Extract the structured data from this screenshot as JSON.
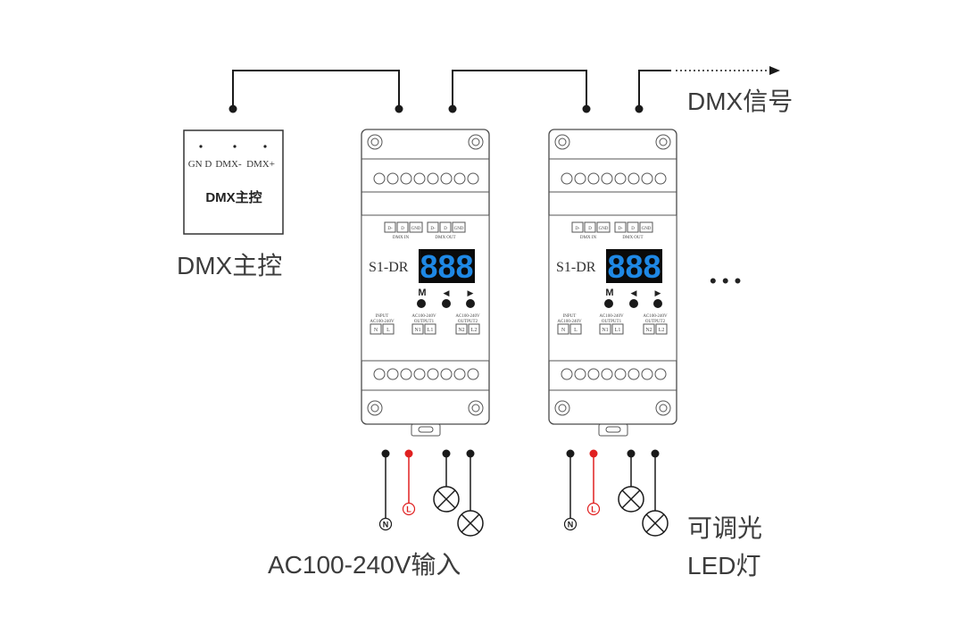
{
  "labels": {
    "dmx_signal": "DMX信号",
    "dmx_master": "DMX主控",
    "ac_input": "AC100-240V输入",
    "dimmable_line1": "可调光",
    "dimmable_line2": "LED灯",
    "continuation": "• • •"
  },
  "master": {
    "inner_title": "DMX主控",
    "terminals": [
      "GN D",
      "DMX-",
      "DMX+"
    ]
  },
  "devices": [
    {
      "id": "unit-1",
      "model": "S1-DR",
      "display": "888",
      "buttons": [
        "M",
        "◀",
        "▶"
      ],
      "dmx_terms": [
        "D-",
        "D",
        "GND",
        "D-",
        "D",
        "GND"
      ],
      "dmx_in_label": "DMX IN",
      "dmx_out_label": "DMX OUT",
      "input_label": "INPUT",
      "input_volt": "AC100-240V",
      "output1_label": "OUTPUT1",
      "output1_volt": "AC100-240V",
      "output2_label": "OUTPUT2",
      "output2_volt": "AC100-240V",
      "input_terms": [
        "N",
        "L"
      ],
      "output1_terms": [
        "N1",
        "L1"
      ],
      "output2_terms": [
        "N2",
        "L2"
      ]
    },
    {
      "id": "unit-2",
      "model": "S1-DR",
      "display": "888",
      "buttons": [
        "M",
        "◀",
        "▶"
      ],
      "dmx_terms": [
        "D-",
        "D",
        "GND",
        "D-",
        "D",
        "GND"
      ],
      "dmx_in_label": "DMX IN",
      "dmx_out_label": "DMX OUT",
      "input_label": "INPUT",
      "input_volt": "AC100-240V",
      "output1_label": "OUTPUT1",
      "output1_volt": "AC100-240V",
      "output2_label": "OUTPUT2",
      "output2_volt": "AC100-240V",
      "input_terms": [
        "N",
        "L"
      ],
      "output1_terms": [
        "N1",
        "L1"
      ],
      "output2_terms": [
        "N2",
        "L2"
      ]
    }
  ],
  "power": {
    "neutral_symbol": "N",
    "live_symbol": "L"
  },
  "colors": {
    "line": "#1a1a1a",
    "live_wire": "#e02020",
    "display_bg": "#0a0a0a",
    "digit": "#1e88e5"
  }
}
